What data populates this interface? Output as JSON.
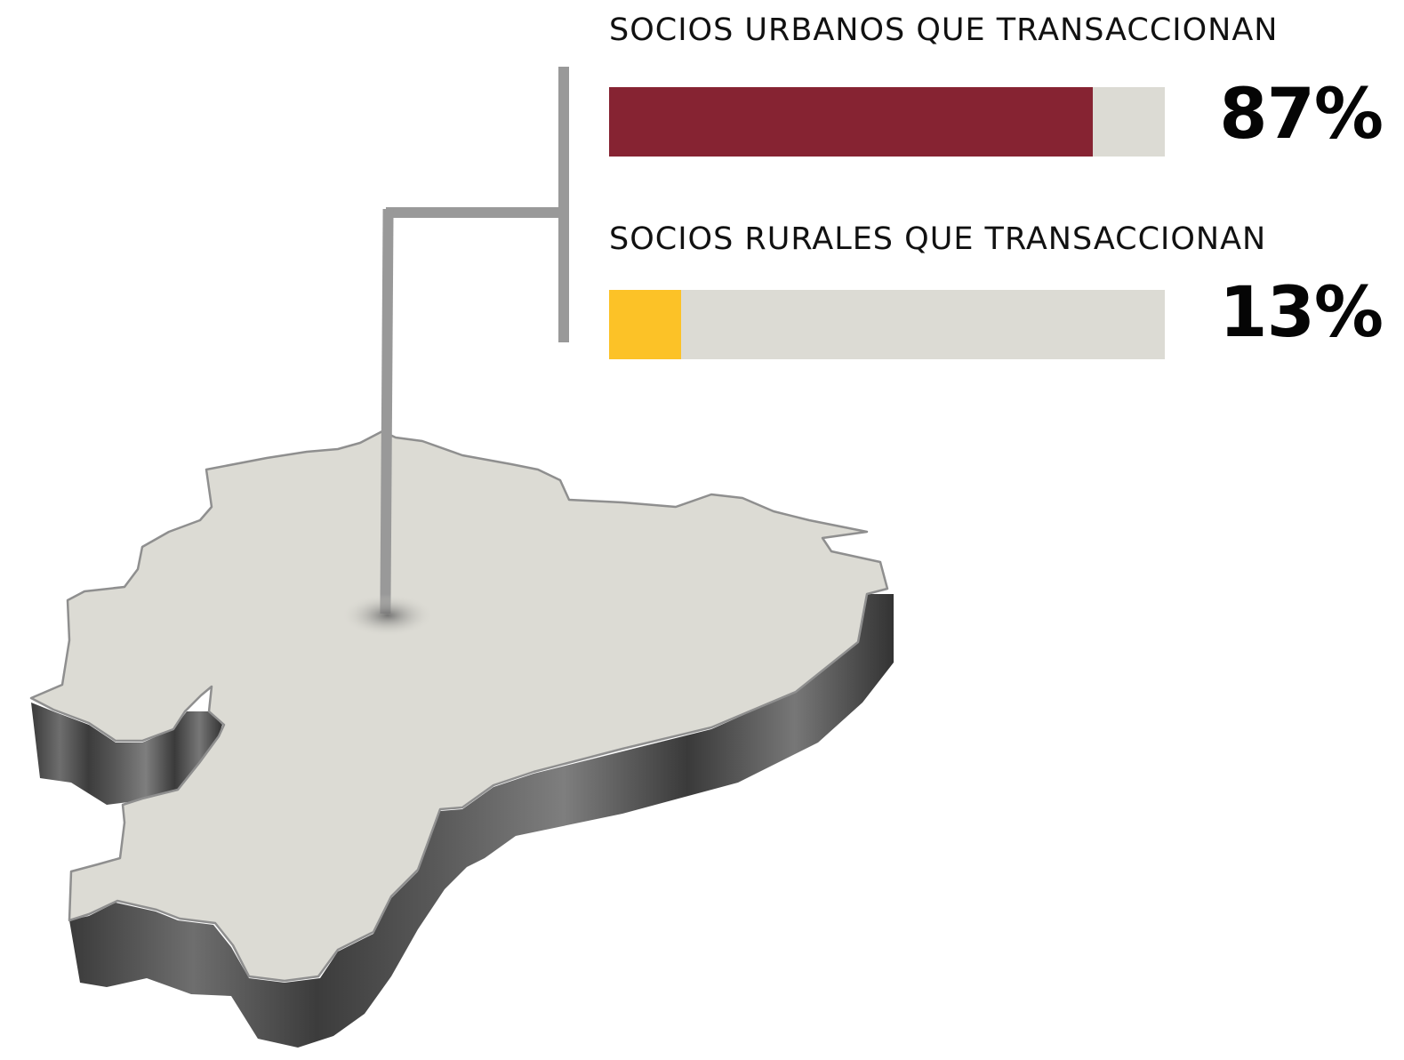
{
  "chart_data": {
    "type": "bar",
    "orientation": "horizontal",
    "categories": [
      "SOCIOS URBANOS QUE TRANSACCIONAN",
      "SOCIOS RURALES QUE TRANSACCIONAN"
    ],
    "values": [
      87,
      13
    ],
    "value_labels": [
      "87%",
      "13%"
    ],
    "unit": "%",
    "xlim": [
      0,
      100
    ],
    "grid": false,
    "legend": "none",
    "colors": [
      "#862332",
      "#fcc227"
    ],
    "track_color": "#dcdbd4"
  },
  "map": {
    "icon": "ecuador-map-icon",
    "land_color": "#dcdbd4",
    "side_color": "#505050"
  }
}
